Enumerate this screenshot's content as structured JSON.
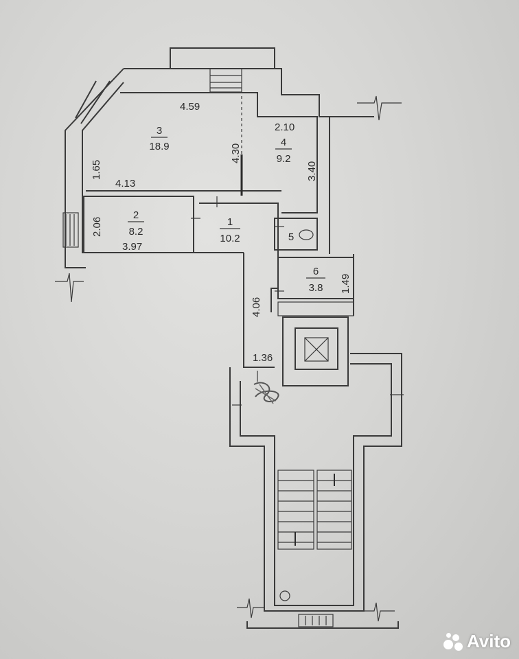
{
  "plan": {
    "dimensions": {
      "d_4_59": "4.59",
      "d_4_30": "4.30",
      "d_2_10": "2.10",
      "d_3_40": "3.40",
      "d_1_65": "1.65",
      "d_4_13": "4.13",
      "d_2_06": "2.06",
      "d_3_97": "3.97",
      "d_4_06": "4.06",
      "d_1_36": "1.36",
      "d_1_49": "1.49"
    },
    "rooms": [
      {
        "number": "1",
        "area": "10.2"
      },
      {
        "number": "2",
        "area": "8.2"
      },
      {
        "number": "3",
        "area": "18.9"
      },
      {
        "number": "4",
        "area": "9.2"
      },
      {
        "number": "5",
        "area": ""
      },
      {
        "number": "6",
        "area": "3.8"
      }
    ]
  },
  "watermark": {
    "brand": "Avito"
  }
}
